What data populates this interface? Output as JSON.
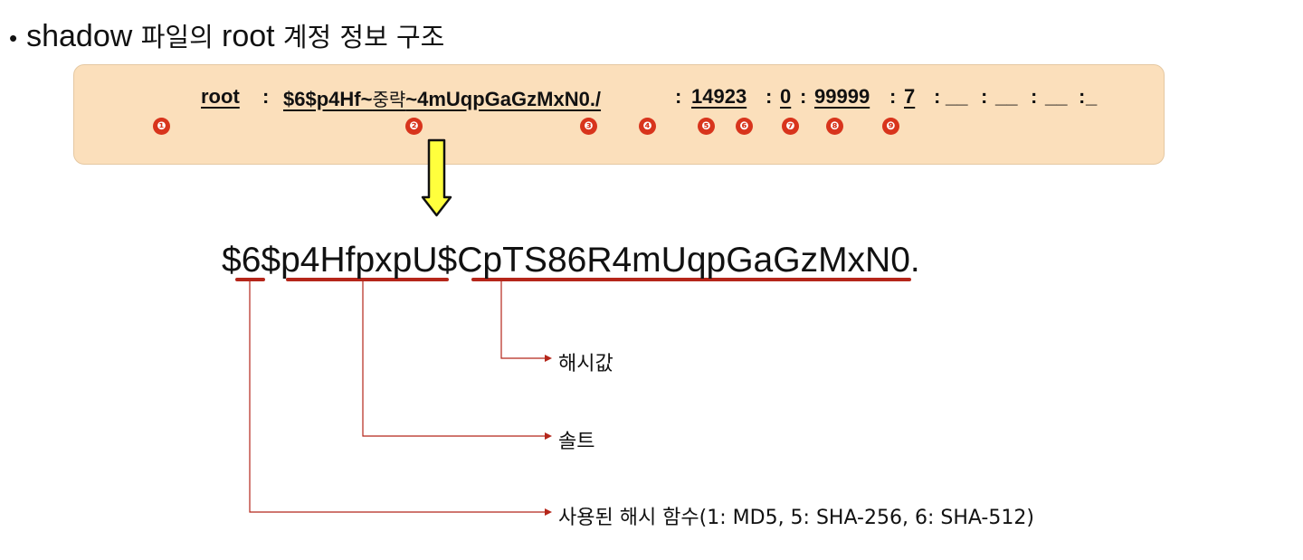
{
  "title": {
    "bullet": "•",
    "prefix": "shadow ",
    "mid_ko": "파일의 ",
    "root": "root",
    "suffix_ko": " 계정 정보 구조"
  },
  "shadow_line": {
    "username": "root",
    "sep": ":",
    "hash_prefix": "$6$p4Hf~",
    "hash_omitted": "중략",
    "hash_suffix": "~4mUqpGaGzMxN0./",
    "last_change": "14923",
    "min_days": "0",
    "max_days": "99999",
    "warn_days": "7",
    "blank_short": "_",
    "blank_long": "__"
  },
  "markers": [
    "❶",
    "❷",
    "❸",
    "❹",
    "❺",
    "❻",
    "❼",
    "❽",
    "❾"
  ],
  "hash_string": {
    "part1": "$",
    "id": "6",
    "part2": "$",
    "salt": "p4HfpxpU",
    "part3": "$",
    "value": "CpTS86R4mUqpGaGzMxN0."
  },
  "annotations": {
    "hash_value": "해시값",
    "salt": "솔트",
    "algorithm": "사용된 해시 함수(1: MD5, 5: SHA-256, 6: SHA-512)"
  },
  "colors": {
    "panel": "#fbdfbb",
    "marker": "#d8341c",
    "leader": "#b5261a",
    "arrow_fill": "#ffff3d"
  }
}
